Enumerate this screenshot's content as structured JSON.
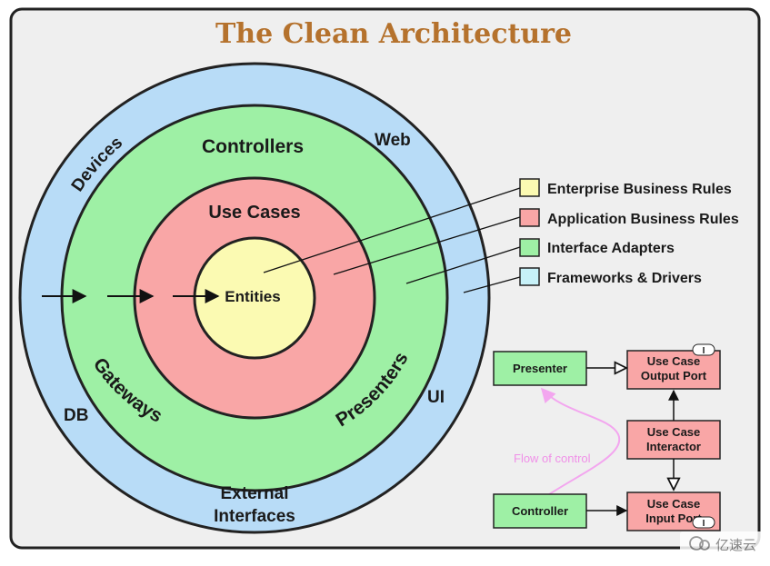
{
  "title": "The Clean Architecture",
  "rings": {
    "outer": {
      "labels": {
        "devices": "Devices",
        "web": "Web",
        "db": "DB",
        "ui": "UI",
        "external_interfaces": [
          "External",
          "Interfaces"
        ]
      }
    },
    "adapters": {
      "labels": {
        "controllers": "Controllers",
        "gateways": "Gateways",
        "presenters": "Presenters"
      }
    },
    "use_cases": {
      "label": "Use Cases"
    },
    "entities": {
      "label": "Entities"
    }
  },
  "legend": [
    {
      "label": "Enterprise Business Rules",
      "color": "#fbfab2"
    },
    {
      "label": "Application Business Rules",
      "color": "#f9a6a6"
    },
    {
      "label": "Interface Adapters",
      "color": "#9ef0a5"
    },
    {
      "label": "Frameworks & Drivers",
      "color": "#c7f1f8"
    }
  ],
  "flow": {
    "presenter": "Presenter",
    "output_port": [
      "Use Case",
      "Output Port"
    ],
    "interactor": [
      "Use Case",
      "Interactor"
    ],
    "controller": "Controller",
    "input_port": [
      "Use Case",
      "Input Port"
    ],
    "interface_marker": "I",
    "flow_of_control": "Flow of control"
  },
  "watermark": "亿速云",
  "colors": {
    "title": "#b5722d",
    "frame_bg": "#efefef",
    "outer_ring": "#b8dcf7",
    "adapters_ring": "#9ef0a5",
    "use_cases_ring": "#f9a6a6",
    "entities_core": "#fbfab2",
    "flow_green": "#9ef0a5",
    "flow_red": "#f9a6a6",
    "flow_pink": "#f3a6ef"
  }
}
